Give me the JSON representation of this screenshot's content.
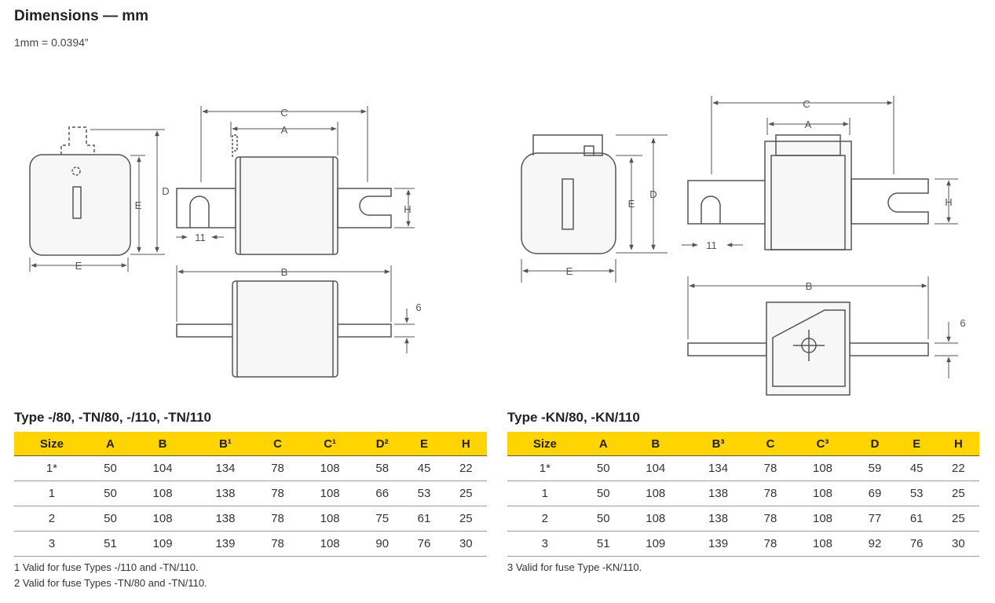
{
  "title": "Dimensions — mm",
  "subtitle": "1mm = 0.0394”",
  "diagram_labels": {
    "C": "C",
    "A": "A",
    "B": "B",
    "D": "D",
    "E": "E",
    "H": "H",
    "eleven": "11",
    "six": "6"
  },
  "left_table": {
    "title": "Type -/80, -TN/80, -/110, -TN/110",
    "headers": [
      "Size",
      "A",
      "B",
      "B¹",
      "C",
      "C¹",
      "D²",
      "E",
      "H"
    ],
    "rows": [
      [
        "1*",
        "50",
        "104",
        "134",
        "78",
        "108",
        "58",
        "45",
        "22"
      ],
      [
        "1",
        "50",
        "108",
        "138",
        "78",
        "108",
        "66",
        "53",
        "25"
      ],
      [
        "2",
        "50",
        "108",
        "138",
        "78",
        "108",
        "75",
        "61",
        "25"
      ],
      [
        "3",
        "51",
        "109",
        "139",
        "78",
        "108",
        "90",
        "76",
        "30"
      ]
    ],
    "notes": [
      "1  Valid for fuse Types -/110 and -TN/110.",
      "2  Valid for fuse Types -TN/80 and -TN/110."
    ]
  },
  "right_table": {
    "title": "Type -KN/80, -KN/110",
    "headers": [
      "Size",
      "A",
      "B",
      "B³",
      "C",
      "C³",
      "D",
      "E",
      "H"
    ],
    "rows": [
      [
        "1*",
        "50",
        "104",
        "134",
        "78",
        "108",
        "59",
        "45",
        "22"
      ],
      [
        "1",
        "50",
        "108",
        "138",
        "78",
        "108",
        "69",
        "53",
        "25"
      ],
      [
        "2",
        "50",
        "108",
        "138",
        "78",
        "108",
        "77",
        "61",
        "25"
      ],
      [
        "3",
        "51",
        "109",
        "139",
        "78",
        "108",
        "92",
        "76",
        "30"
      ]
    ],
    "notes": [
      "3  Valid for fuse Type -KN/110."
    ]
  }
}
